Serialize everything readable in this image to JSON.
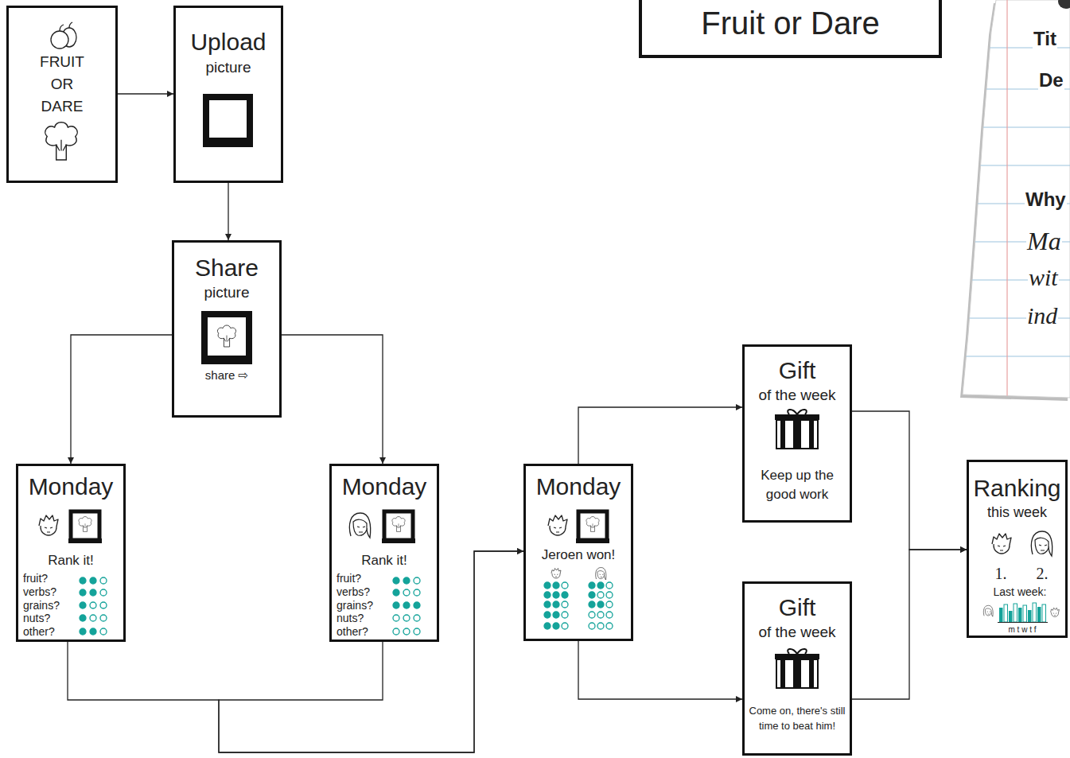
{
  "diagram": {
    "title": "Fruit or Dare",
    "nodes": [
      {
        "text": [
          "FRUIT OR DARE"
        ]
      },
      {
        "text": [
          "Upload",
          "picture"
        ]
      },
      {
        "text": [
          "Share",
          "picture",
          "share ⇨"
        ]
      },
      {
        "text": [
          "Monday",
          "Rank it!",
          "fruit?",
          "verbs?",
          "grains?",
          "nuts?",
          "other?"
        ]
      },
      {
        "text": [
          "Monday",
          "Rank it!",
          "fruit?",
          "verbs?",
          "grains?",
          "nuts?",
          "other?"
        ]
      },
      {
        "text": [
          "Monday",
          "Jeroen won!"
        ]
      },
      {
        "text": [
          "Gift",
          "of the week",
          "Keep up the good work"
        ]
      },
      {
        "text": [
          "Gift",
          "of the week",
          "Come on, there's still time to beat him!"
        ]
      },
      {
        "text": [
          "Ranking",
          "this week",
          "1.",
          "2.",
          "Last week:",
          "m t w t f"
        ]
      }
    ],
    "edges": [
      {
        "from": 0,
        "to": 1,
        "arrow": "to"
      },
      {
        "from": 1,
        "to": 2,
        "arrow": "to"
      },
      {
        "from": 2,
        "to": 3,
        "arrow": "to"
      },
      {
        "from": 2,
        "to": 4,
        "arrow": "to"
      },
      {
        "from": 3,
        "to": 5,
        "arrow": "to"
      },
      {
        "from": 4,
        "to": 5,
        "arrow": "to"
      },
      {
        "from": 5,
        "to": 6,
        "arrow": "to"
      },
      {
        "from": 5,
        "to": 7,
        "arrow": "to"
      },
      {
        "from": 6,
        "to": 8,
        "arrow": "to"
      },
      {
        "from": 7,
        "to": 8,
        "arrow": "to"
      }
    ],
    "labels": [
      "Tit",
      "De",
      "Why",
      "Ma",
      "wit",
      "ind"
    ]
  }
}
